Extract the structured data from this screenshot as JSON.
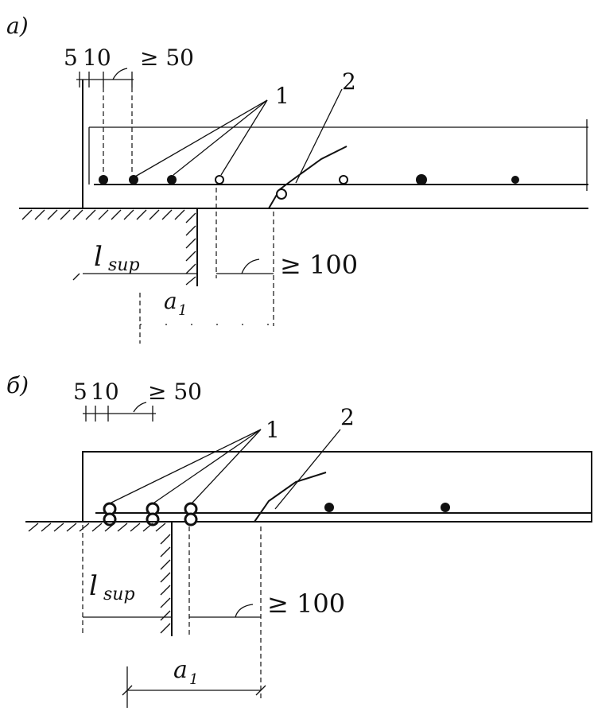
{
  "panels": [
    {
      "id": "a",
      "panel_label": "a)",
      "dim_small": "5",
      "dim_mid": "10",
      "dim_min_spacing": "≥ 50",
      "callout_bars": "1",
      "callout_anchor": "2",
      "support_length": "l",
      "support_length_sub": "sup",
      "anchor_length": "a",
      "anchor_length_sub": "1",
      "dim_min_ext": "≥ 100"
    },
    {
      "id": "b",
      "panel_label": "б)",
      "dim_small": "5",
      "dim_mid": "10",
      "dim_min_spacing": "≥ 50",
      "callout_bars": "1",
      "callout_anchor": "2",
      "support_length": "l",
      "support_length_sub": "sup",
      "anchor_length": "a",
      "anchor_length_sub": "1",
      "dim_min_ext": "≥ 100"
    }
  ],
  "colors": {
    "ink": "#111111",
    "paper": "#ffffff"
  }
}
